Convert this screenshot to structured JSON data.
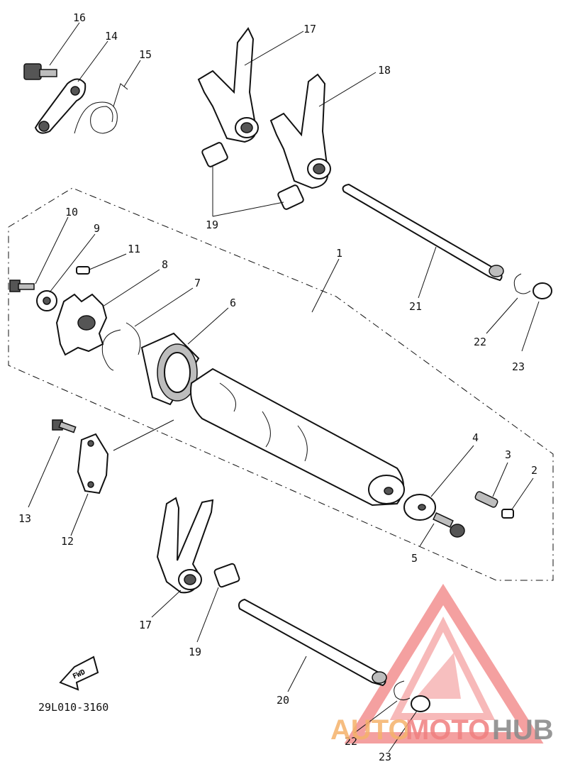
{
  "drawing_code": "29L010-3160",
  "fwd_label": "FWD",
  "watermark": {
    "part1": "AUTO",
    "part2": "MOTO",
    "part3": "HUB",
    "color_red": "#f08080",
    "color_orange": "#f5b26b",
    "color_gray": "#8c8c8c"
  },
  "callouts": {
    "n1": "1",
    "n2": "2",
    "n3": "3",
    "n4": "4",
    "n5": "5",
    "n6": "6",
    "n7": "7",
    "n8": "8",
    "n9": "9",
    "n10": "10",
    "n11": "11",
    "n12": "12",
    "n13": "13",
    "n14": "14",
    "n15": "15",
    "n16": "16",
    "n17a": "17",
    "n17b": "17",
    "n18": "18",
    "n19a": "19",
    "n19b": "19",
    "n20": "20",
    "n21": "21",
    "n22a": "22",
    "n22b": "22",
    "n23a": "23",
    "n23b": "23"
  }
}
